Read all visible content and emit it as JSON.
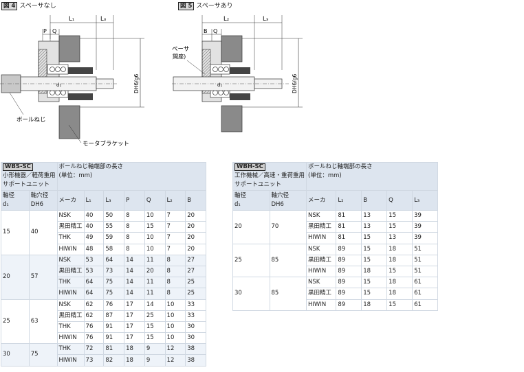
{
  "fig4": {
    "num": "図 4",
    "title": "スペーサなし",
    "labels": {
      "l1": "L₁",
      "l3": "L₃",
      "p": "P",
      "q": "Q",
      "d1": "d₁",
      "dh6": "DH6/g6",
      "ballscrew": "ボールねじ",
      "bracket": "モータブラケット"
    }
  },
  "fig5": {
    "num": "図 5",
    "title": "スペーサあり",
    "labels": {
      "l2": "L₂",
      "l3": "L₃",
      "b": "B",
      "q": "Q",
      "d1": "d₁",
      "dh6": "DH6/g6",
      "spacer": "スペーサ",
      "spacer_sub": "(間座)"
    }
  },
  "table1": {
    "tag": "WBS-SC",
    "sub1": "小形機器／軽荷重用",
    "sub2": "サポートユニット",
    "head_right1": "ボールねじ軸端部の長さ",
    "head_right2": "(単位：mm)",
    "col_d": "軸径",
    "col_d2": "d₁",
    "col_bore": "軸穴径",
    "col_bore2": "DH6",
    "col_maker": "メーカ",
    "cols": [
      "L₁",
      "L₃",
      "P",
      "Q",
      "L₂",
      "B"
    ],
    "groups": [
      {
        "d": "15",
        "bore": "40",
        "rows": [
          [
            "NSK",
            "40",
            "50",
            "8",
            "10",
            "7",
            "20"
          ],
          [
            "黒田精工",
            "40",
            "55",
            "8",
            "15",
            "7",
            "20"
          ],
          [
            "THK",
            "49",
            "59",
            "8",
            "10",
            "7",
            "20"
          ],
          [
            "HIWIN",
            "48",
            "58",
            "8",
            "10",
            "7",
            "20"
          ]
        ]
      },
      {
        "d": "20",
        "bore": "57",
        "rows": [
          [
            "NSK",
            "53",
            "64",
            "14",
            "11",
            "8",
            "27"
          ],
          [
            "黒田精工",
            "53",
            "73",
            "14",
            "20",
            "8",
            "27"
          ],
          [
            "THK",
            "64",
            "75",
            "14",
            "11",
            "8",
            "25"
          ],
          [
            "HIWIN",
            "64",
            "75",
            "14",
            "11",
            "8",
            "25"
          ]
        ]
      },
      {
        "d": "25",
        "bore": "63",
        "rows": [
          [
            "NSK",
            "62",
            "76",
            "17",
            "14",
            "10",
            "33"
          ],
          [
            "黒田精工",
            "62",
            "87",
            "17",
            "25",
            "10",
            "33"
          ],
          [
            "THK",
            "76",
            "91",
            "17",
            "15",
            "10",
            "30"
          ],
          [
            "HIWIN",
            "76",
            "91",
            "17",
            "15",
            "10",
            "30"
          ]
        ]
      },
      {
        "d": "30",
        "bore": "75",
        "rows": [
          [
            "THK",
            "72",
            "81",
            "18",
            "9",
            "12",
            "38"
          ],
          [
            "HIWIN",
            "73",
            "82",
            "18",
            "9",
            "12",
            "38"
          ]
        ]
      }
    ]
  },
  "table2": {
    "tag": "WBH-SC",
    "sub1": "工作機械／高速・重荷重用",
    "sub2": "サポートユニット",
    "head_right1": "ボールねじ軸端部の長さ",
    "head_right2": "(単位：mm)",
    "col_d": "軸径",
    "col_d2": "d₁",
    "col_bore": "軸穴径",
    "col_bore2": "DH6",
    "col_maker": "メーカ",
    "cols": [
      "L₂",
      "B",
      "Q",
      "L₃"
    ],
    "groups": [
      {
        "d": "20",
        "bore": "70",
        "rows": [
          [
            "NSK",
            "81",
            "13",
            "15",
            "39"
          ],
          [
            "黒田精工",
            "81",
            "13",
            "15",
            "39"
          ],
          [
            "HIWIN",
            "81",
            "15",
            "13",
            "39"
          ]
        ]
      },
      {
        "d": "25",
        "bore": "85",
        "rows": [
          [
            "NSK",
            "89",
            "15",
            "18",
            "51"
          ],
          [
            "黒田精工",
            "89",
            "15",
            "18",
            "51"
          ],
          [
            "HIWIN",
            "89",
            "18",
            "15",
            "51"
          ]
        ]
      },
      {
        "d": "30",
        "bore": "85",
        "rows": [
          [
            "NSK",
            "89",
            "15",
            "18",
            "61"
          ],
          [
            "黒田精工",
            "89",
            "15",
            "18",
            "61"
          ],
          [
            "HIWIN",
            "89",
            "18",
            "15",
            "61"
          ]
        ]
      }
    ]
  }
}
